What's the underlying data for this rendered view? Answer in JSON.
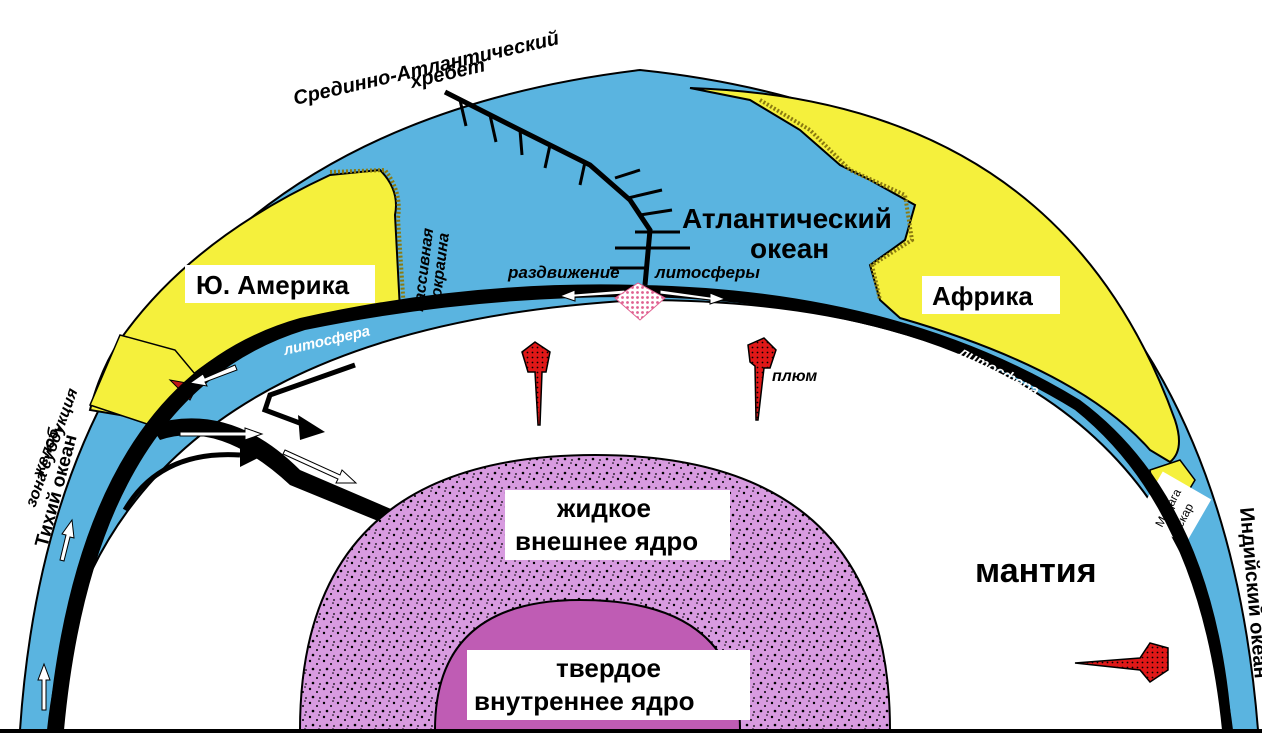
{
  "labels": {
    "ridge_line1": "Срединно-Атлантический",
    "ridge_line2": "хребет",
    "atlantic_line1": "Атлантический",
    "atlantic_line2": "океан",
    "south_america": "Ю. Америка",
    "africa": "Африка",
    "passive_line1": "пассивная",
    "passive_line2": "окраина",
    "spreading_part1": "раздвижение",
    "spreading_part2": "литосферы",
    "lithosphere_left": "литосфера",
    "lithosphere_right": "литосфера",
    "plume": "плюм",
    "trench_line1": "желоб,",
    "trench_line2": "зона субдукция",
    "pacific": "Тихий океан",
    "madagascar_line1": "Мадага",
    "madagascar_line2": "скар",
    "indian": "Индийский океан",
    "mantle": "мантия",
    "outer_core_line1": "жидкое",
    "outer_core_line2": "внешнее ядро",
    "inner_core_line1": "твердое",
    "inner_core_line2": "внутреннее ядро"
  },
  "colors": {
    "ocean": "#5ab4e0",
    "continent": "#f5f03c",
    "lithosphere": "#000000",
    "outer_core": "#d89be0",
    "inner_core": "#bf5cb4",
    "plume": "#e01818",
    "background": "#ffffff"
  },
  "icons": {
    "arrow": "white-arrow",
    "plume": "plume-head"
  }
}
